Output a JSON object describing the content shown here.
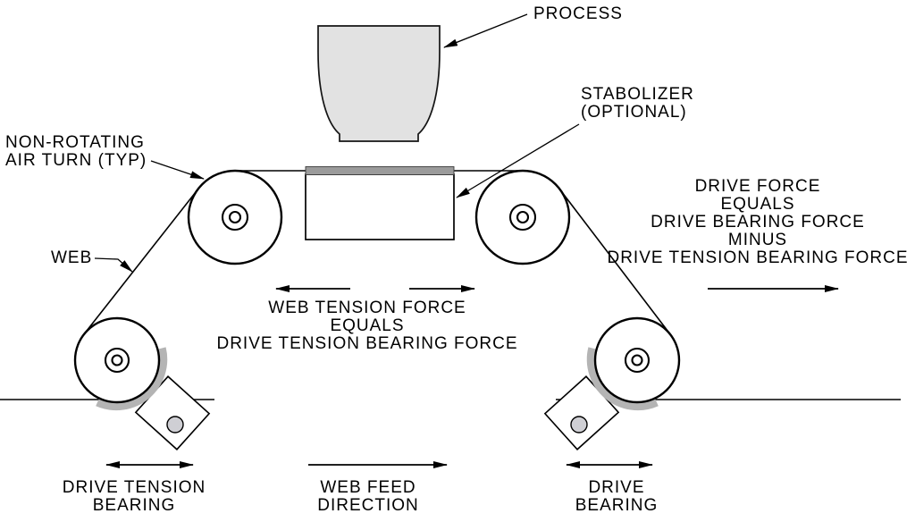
{
  "colors": {
    "process_fill": "#e2e2e2",
    "stabilizer_bar": "#9b9b9b",
    "bearing_band": "#b4b4b4",
    "pivot_fill": "#cfcfd4"
  },
  "labels": {
    "process": "PROCESS",
    "stabilizer": [
      "STABOLIZER",
      "(OPTIONAL)"
    ],
    "air_turn": [
      "NON-ROTATING",
      "AIR TURN (TYP)"
    ],
    "web": "WEB",
    "web_tension": [
      "WEB TENSION FORCE",
      "EQUALS",
      "DRIVE TENSION BEARING FORCE"
    ],
    "drive_force": [
      "DRIVE FORCE",
      "EQUALS",
      "DRIVE BEARING FORCE",
      "MINUS",
      "DRIVE TENSION BEARING FORCE"
    ],
    "drive_tension_bearing": [
      "DRIVE TENSION",
      "BEARING"
    ],
    "web_feed": [
      "WEB FEED",
      "DIRECTION"
    ],
    "drive_bearing": [
      "DRIVE",
      "BEARING"
    ]
  }
}
